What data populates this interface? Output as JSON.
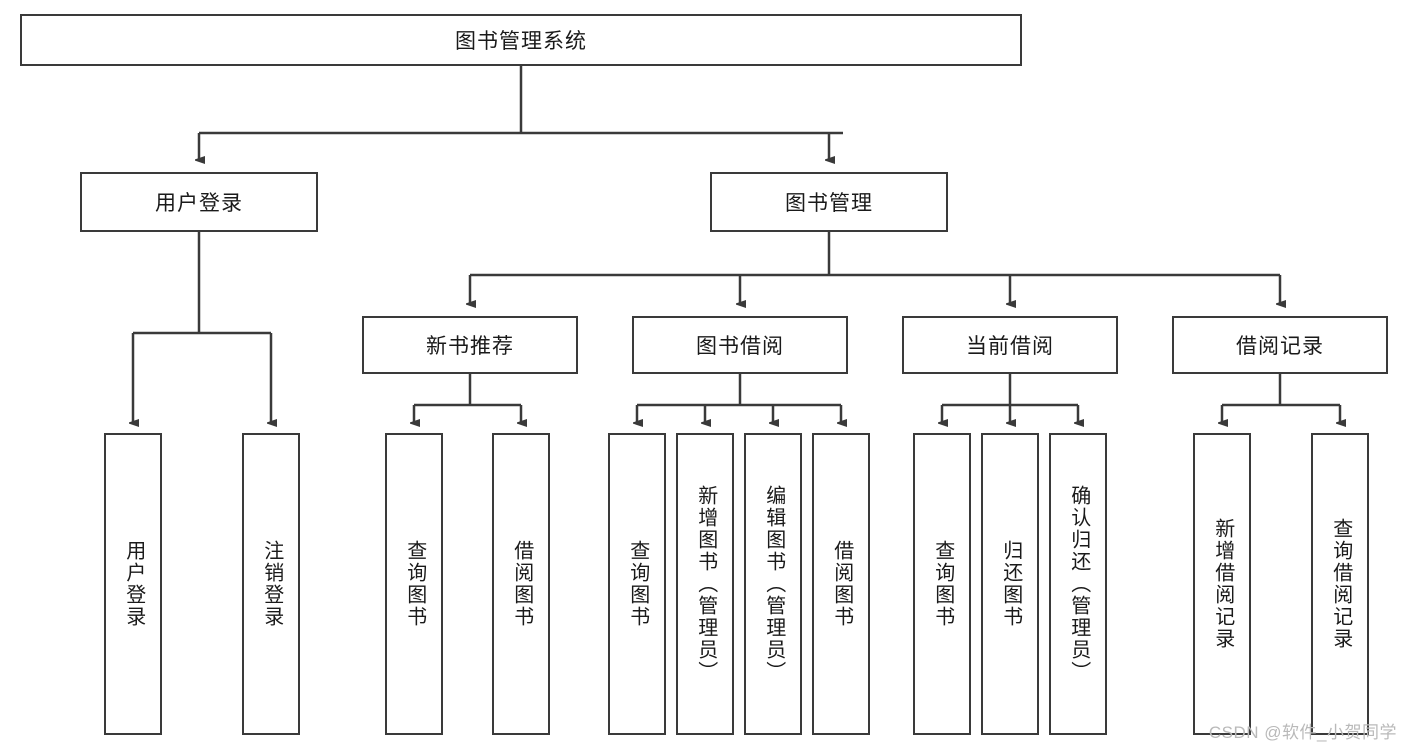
{
  "diagram": {
    "title": "图书管理系统",
    "type": "hierarchy-tree",
    "levels": [
      {
        "level": 1,
        "nodes": [
          {
            "id": "root",
            "label": "图书管理系统",
            "orientation": "horizontal"
          }
        ]
      },
      {
        "level": 2,
        "nodes": [
          {
            "id": "user-login",
            "label": "用户登录",
            "orientation": "horizontal"
          },
          {
            "id": "book-manage",
            "label": "图书管理",
            "orientation": "horizontal"
          }
        ]
      },
      {
        "level": 3,
        "nodes": [
          {
            "id": "new-book-rec",
            "label": "新书推荐",
            "orientation": "horizontal"
          },
          {
            "id": "book-borrow",
            "label": "图书借阅",
            "orientation": "horizontal"
          },
          {
            "id": "current-borrow",
            "label": "当前借阅",
            "orientation": "horizontal"
          },
          {
            "id": "borrow-record",
            "label": "借阅记录",
            "orientation": "horizontal"
          }
        ]
      },
      {
        "level": 4,
        "nodes": [
          {
            "id": "leaf-user-login",
            "label": "用户登录",
            "orientation": "vertical",
            "parent": "user-login"
          },
          {
            "id": "leaf-logout",
            "label": "注销登录",
            "orientation": "vertical",
            "parent": "user-login"
          },
          {
            "id": "leaf-query-book-1",
            "label": "查询图书",
            "orientation": "vertical",
            "parent": "new-book-rec"
          },
          {
            "id": "leaf-borrow-book-1",
            "label": "借阅图书",
            "orientation": "vertical",
            "parent": "new-book-rec"
          },
          {
            "id": "leaf-query-book-2",
            "label": "查询图书",
            "orientation": "vertical",
            "parent": "book-borrow"
          },
          {
            "id": "leaf-add-book",
            "label": "新增图书（管理员）",
            "orientation": "vertical",
            "parent": "book-borrow"
          },
          {
            "id": "leaf-edit-book",
            "label": "编辑图书（管理员）",
            "orientation": "vertical",
            "parent": "book-borrow"
          },
          {
            "id": "leaf-borrow-book-2",
            "label": "借阅图书",
            "orientation": "vertical",
            "parent": "book-borrow"
          },
          {
            "id": "leaf-query-book-3",
            "label": "查询图书",
            "orientation": "vertical",
            "parent": "current-borrow"
          },
          {
            "id": "leaf-return-book",
            "label": "归还图书",
            "orientation": "vertical",
            "parent": "current-borrow"
          },
          {
            "id": "leaf-confirm-return",
            "label": "确认归还（管理员）",
            "orientation": "vertical",
            "parent": "current-borrow"
          },
          {
            "id": "leaf-add-record",
            "label": "新增借阅记录",
            "orientation": "vertical",
            "parent": "borrow-record"
          },
          {
            "id": "leaf-query-record",
            "label": "查询借阅记录",
            "orientation": "vertical",
            "parent": "borrow-record"
          }
        ]
      }
    ],
    "colors": {
      "stroke": "#3a3a3a",
      "fill": "#ffffff",
      "text": "#1a1a1a",
      "watermark": "#b9b9b9"
    }
  },
  "watermark": {
    "text": "CSDN @软件_小贺同学"
  }
}
